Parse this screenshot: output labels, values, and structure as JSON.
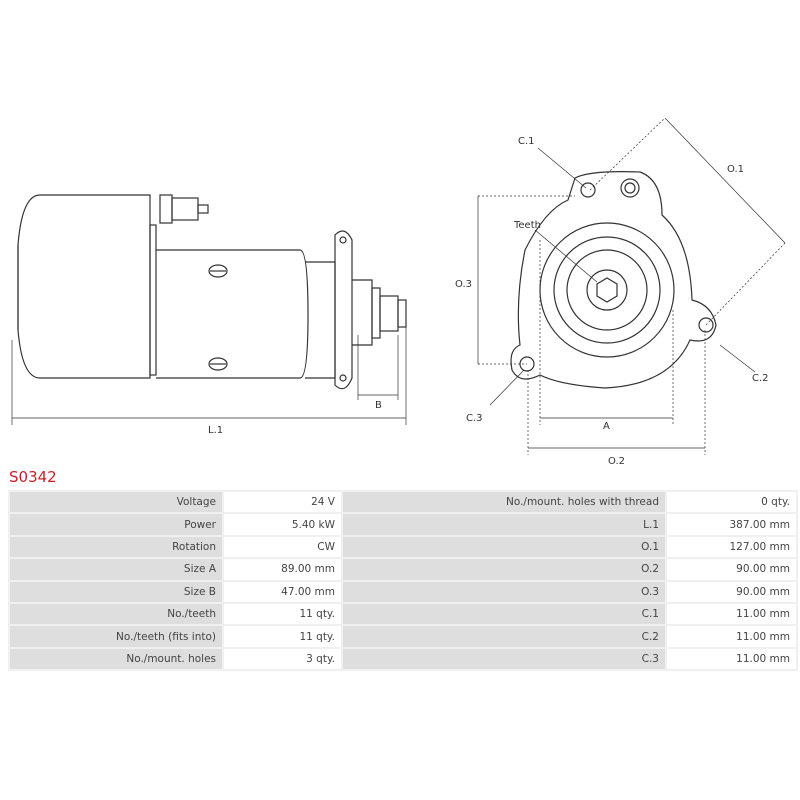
{
  "product_code": "S0342",
  "diagram_labels": {
    "l1": "L.1",
    "b": "B",
    "c1": "C.1",
    "c2": "C.2",
    "c3": "C.3",
    "o1": "O.1",
    "o2": "O.2",
    "o3": "O.3",
    "a": "A",
    "teeth": "Teeth"
  },
  "specs_left": [
    {
      "label": "Voltage",
      "value": "24 V"
    },
    {
      "label": "Power",
      "value": "5.40 kW"
    },
    {
      "label": "Rotation",
      "value": "CW"
    },
    {
      "label": "Size A",
      "value": "89.00 mm"
    },
    {
      "label": "Size B",
      "value": "47.00 mm"
    },
    {
      "label": "No./teeth",
      "value": "11 qty."
    },
    {
      "label": "No./teeth (fits into)",
      "value": "11 qty."
    },
    {
      "label": "No./mount. holes",
      "value": "3 qty."
    }
  ],
  "specs_right": [
    {
      "label": "No./mount. holes with thread",
      "value": "0 qty."
    },
    {
      "label": "L.1",
      "value": "387.00 mm"
    },
    {
      "label": "O.1",
      "value": "127.00 mm"
    },
    {
      "label": "O.2",
      "value": "90.00 mm"
    },
    {
      "label": "O.3",
      "value": "90.00 mm"
    },
    {
      "label": "C.1",
      "value": "11.00 mm"
    },
    {
      "label": "C.2",
      "value": "11.00 mm"
    },
    {
      "label": "C.3",
      "value": "11.00 mm"
    }
  ]
}
